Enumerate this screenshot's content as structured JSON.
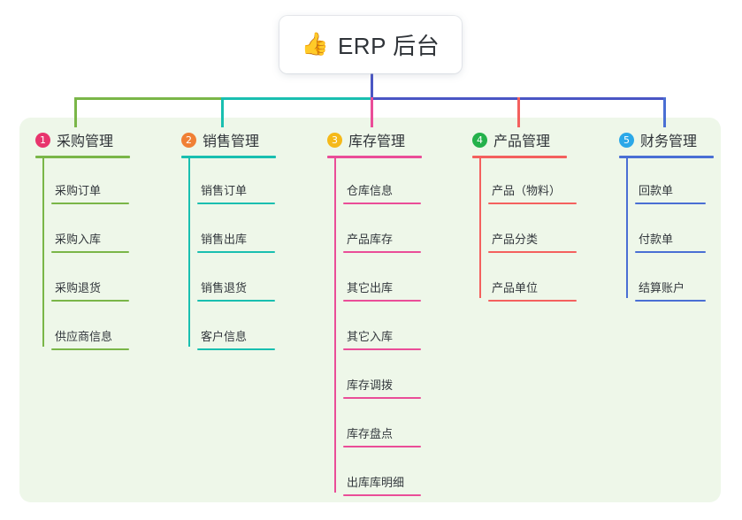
{
  "diagram": {
    "type": "mindmap",
    "root": {
      "icon": "thumbs-up-icon",
      "emoji": "👍",
      "title": "ERP 后台",
      "stem_color": "#4a56c4"
    },
    "panel_color": "#eef7e9",
    "branches": [
      {
        "number": "1",
        "badge_glyph": "❶",
        "badge_color": "#e8356d",
        "line_color": "#7ab648",
        "title": "采购管理",
        "items": [
          "采购订单",
          "采购入库",
          "采购退货",
          "供应商信息"
        ]
      },
      {
        "number": "2",
        "badge_glyph": "❷",
        "badge_color": "#f08035",
        "line_color": "#19bfb0",
        "title": "销售管理",
        "items": [
          "销售订单",
          "销售出库",
          "销售退货",
          "客户信息"
        ]
      },
      {
        "number": "3",
        "badge_glyph": "❸",
        "badge_color": "#f5b919",
        "line_color": "#ea4d98",
        "title": "库存管理",
        "items": [
          "仓库信息",
          "产品库存",
          "其它出库",
          "其它入库",
          "库存调拨",
          "库存盘点",
          "出库库明细"
        ]
      },
      {
        "number": "4",
        "badge_glyph": "❹",
        "badge_color": "#24b14b",
        "line_color": "#f4605e",
        "title": "产品管理",
        "items": [
          "产品（物料）",
          "产品分类",
          "产品单位"
        ]
      },
      {
        "number": "5",
        "badge_glyph": "❺",
        "badge_color": "#2ba8e8",
        "line_color": "#4a6fd4",
        "title": "财务管理",
        "items": [
          "回款单",
          "付款单",
          "结算账户"
        ]
      }
    ]
  }
}
